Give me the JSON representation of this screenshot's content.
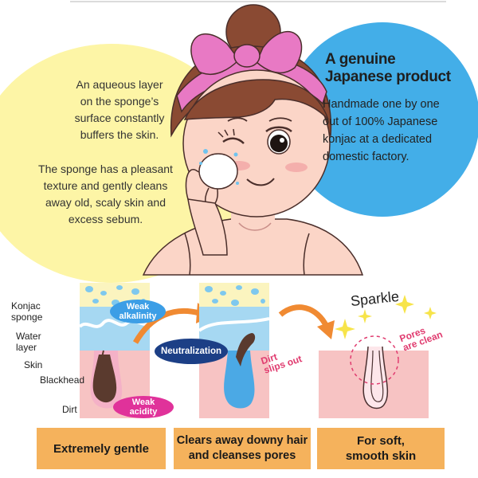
{
  "left_bubble": {
    "paragraph1": [
      "An aqueous layer",
      "on the sponge’s",
      "surface constantly",
      "buffers the skin."
    ],
    "paragraph2": [
      "The sponge has a pleasant",
      "texture and gently cleans",
      "away old, scaly skin and",
      "excess sebum."
    ]
  },
  "right_bubble": {
    "title": [
      "A genuine",
      "Japanese product"
    ],
    "body": [
      "Handmade one by one",
      "out of 100% Japanese",
      "konjac at a dedicated",
      "domestic factory."
    ]
  },
  "diagram": {
    "labels": {
      "konjac_sponge": [
        "Konjac",
        "sponge"
      ],
      "water_layer": [
        "Water",
        "layer"
      ],
      "skin": "Skin",
      "blackhead": "Blackhead",
      "dirt": "Dirt"
    },
    "weak_alkalinity": [
      "Weak",
      "alkalinity"
    ],
    "weak_acidity": [
      "Weak",
      "acidity"
    ],
    "neutralization": "Neutralization",
    "dirt_slips_out": [
      "Dirt",
      "slips out"
    ],
    "sparkle": "Sparkle",
    "pores_are_clean": [
      "Pores",
      "are clean"
    ]
  },
  "captions": [
    [
      "Extremely gentle"
    ],
    [
      "Clears away downy hair",
      "and cleanses pores"
    ],
    [
      "For soft,",
      "smooth skin"
    ]
  ],
  "colors": {
    "yellow_bubble": "#fdf5a6",
    "blue_bubble": "#43aee8",
    "orange": "#f5b25c",
    "skin_pink": "#f7c3c3",
    "water_blue": "#a6d8f2",
    "sponge_yellow": "#fbf4bf",
    "magenta": "#e0329a",
    "navy": "#1c3f86"
  }
}
